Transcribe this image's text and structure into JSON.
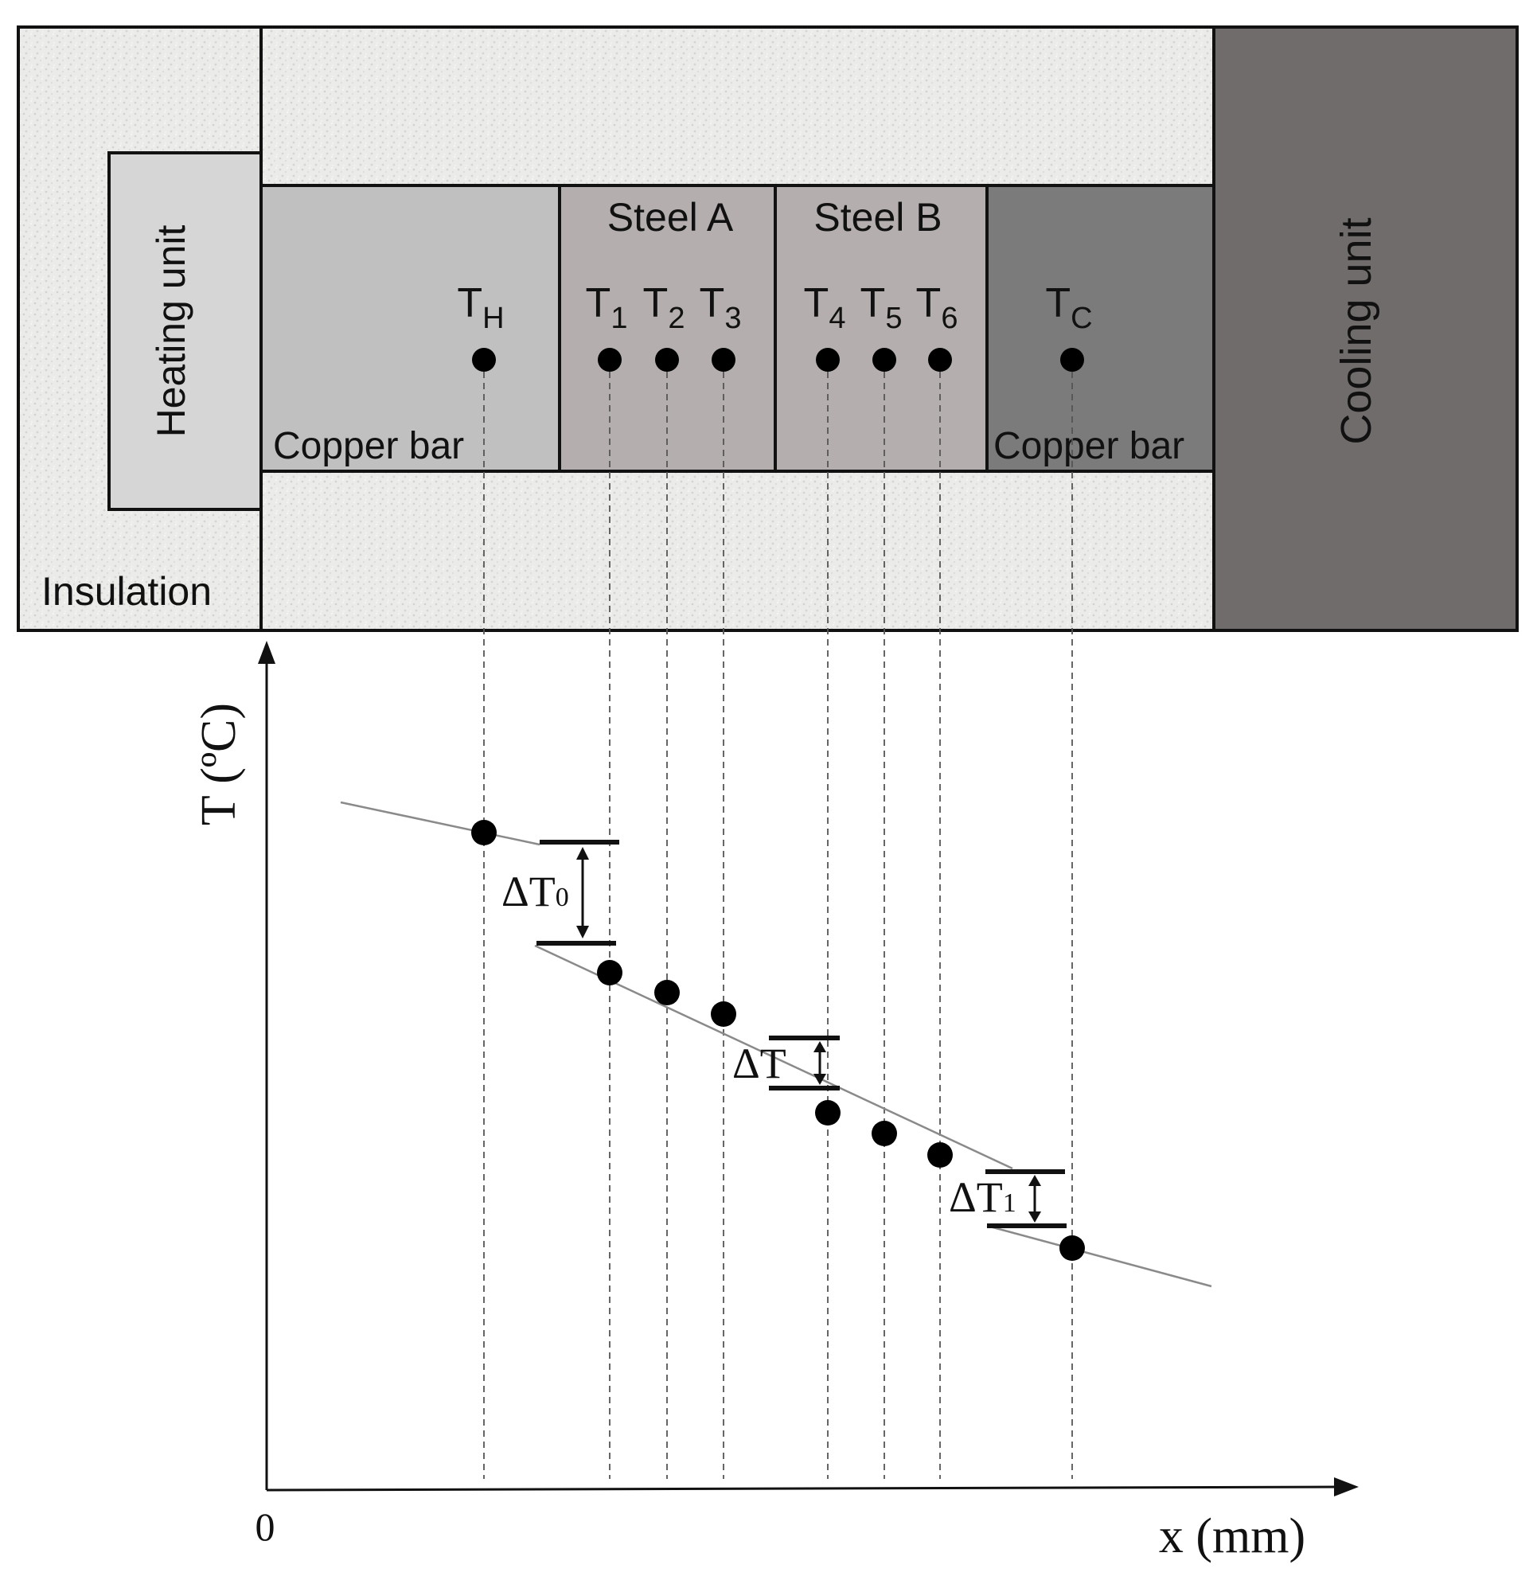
{
  "apparatus": {
    "insulation_label": "Insulation",
    "heating_label": "Heating unit",
    "cooling_label": "Cooling unit",
    "copper_left_label": "Copper bar",
    "copper_right_label": "Copper bar",
    "steel_a_label": "Steel A",
    "steel_b_label": "Steel B",
    "sensors": [
      {
        "base": "T",
        "sub": "H"
      },
      {
        "base": "T",
        "sub": "1"
      },
      {
        "base": "T",
        "sub": "2"
      },
      {
        "base": "T",
        "sub": "3"
      },
      {
        "base": "T",
        "sub": "4"
      },
      {
        "base": "T",
        "sub": "5"
      },
      {
        "base": "T",
        "sub": "6"
      },
      {
        "base": "T",
        "sub": "C"
      }
    ]
  },
  "plot": {
    "y_axis_label": "T (ºC)",
    "x_axis_label": "x (mm)",
    "origin_label": "0",
    "delta_labels": [
      {
        "base": "ΔT",
        "sub": "0"
      },
      {
        "base": "ΔT",
        "sub": ""
      },
      {
        "base": "ΔT",
        "sub": "1"
      }
    ]
  },
  "colors": {
    "insulation": "#e9e9e7",
    "heating_unit": "#d6d6d6",
    "copper_left": "#c0c0c0",
    "steel": "#b4afae",
    "copper_right": "#7b7b7b",
    "cooling_unit": "#716c6c",
    "outline": "#111111",
    "profile_line": "#8a8a8a"
  }
}
